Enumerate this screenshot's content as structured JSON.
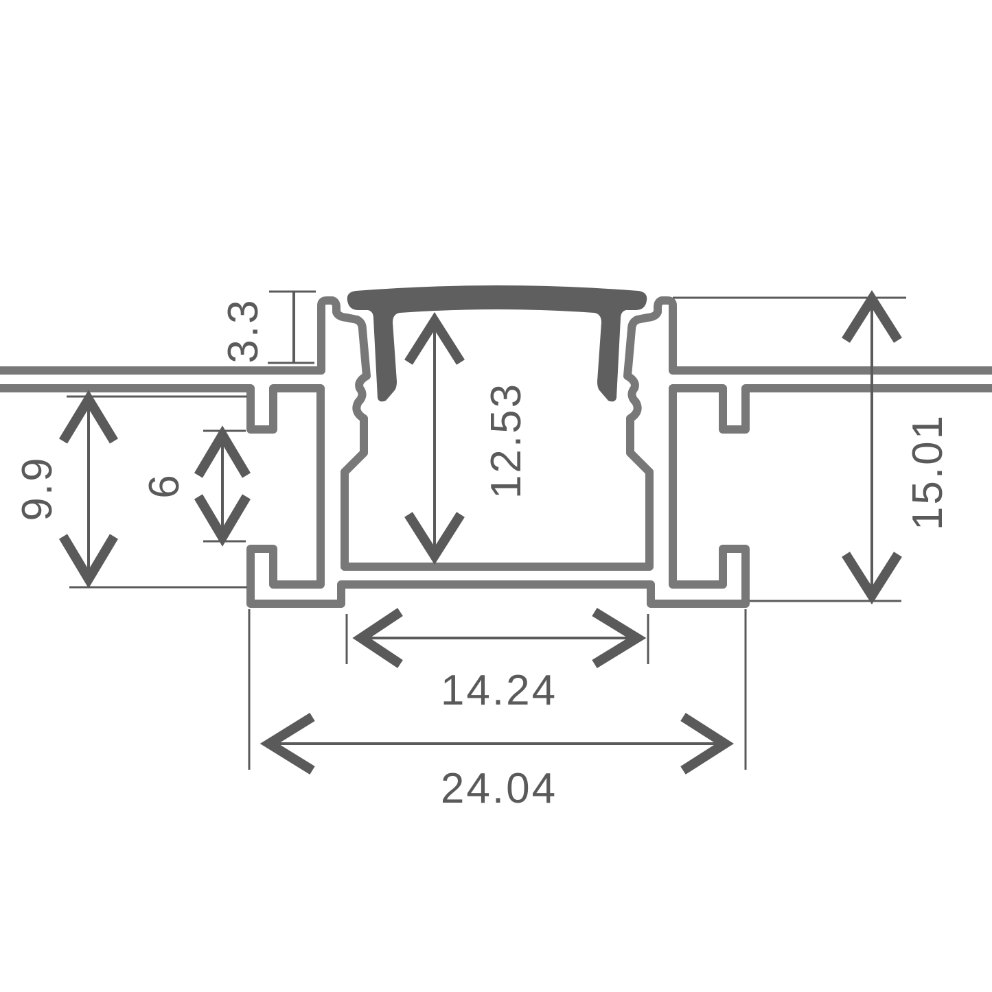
{
  "diagram": {
    "title": "",
    "subject": "recessed aluminum LED profile with diffuser cover, cross-section",
    "colors": {
      "profile": "#787878",
      "cover": "#5f5f5f",
      "dimension": "#5a5a5a",
      "background": "#ffffff"
    },
    "dimensions": {
      "flange_height": {
        "value": "3.3",
        "orientation": "vertical"
      },
      "inner_height": {
        "value": "12.53",
        "orientation": "vertical"
      },
      "total_height": {
        "value": "15.01",
        "orientation": "vertical"
      },
      "side_depth": {
        "value": "9.9",
        "orientation": "vertical"
      },
      "slot_height": {
        "value": "6",
        "orientation": "vertical"
      },
      "inner_width": {
        "value": "14.24",
        "orientation": "horizontal"
      },
      "outer_width": {
        "value": "24.04",
        "orientation": "horizontal"
      }
    }
  }
}
